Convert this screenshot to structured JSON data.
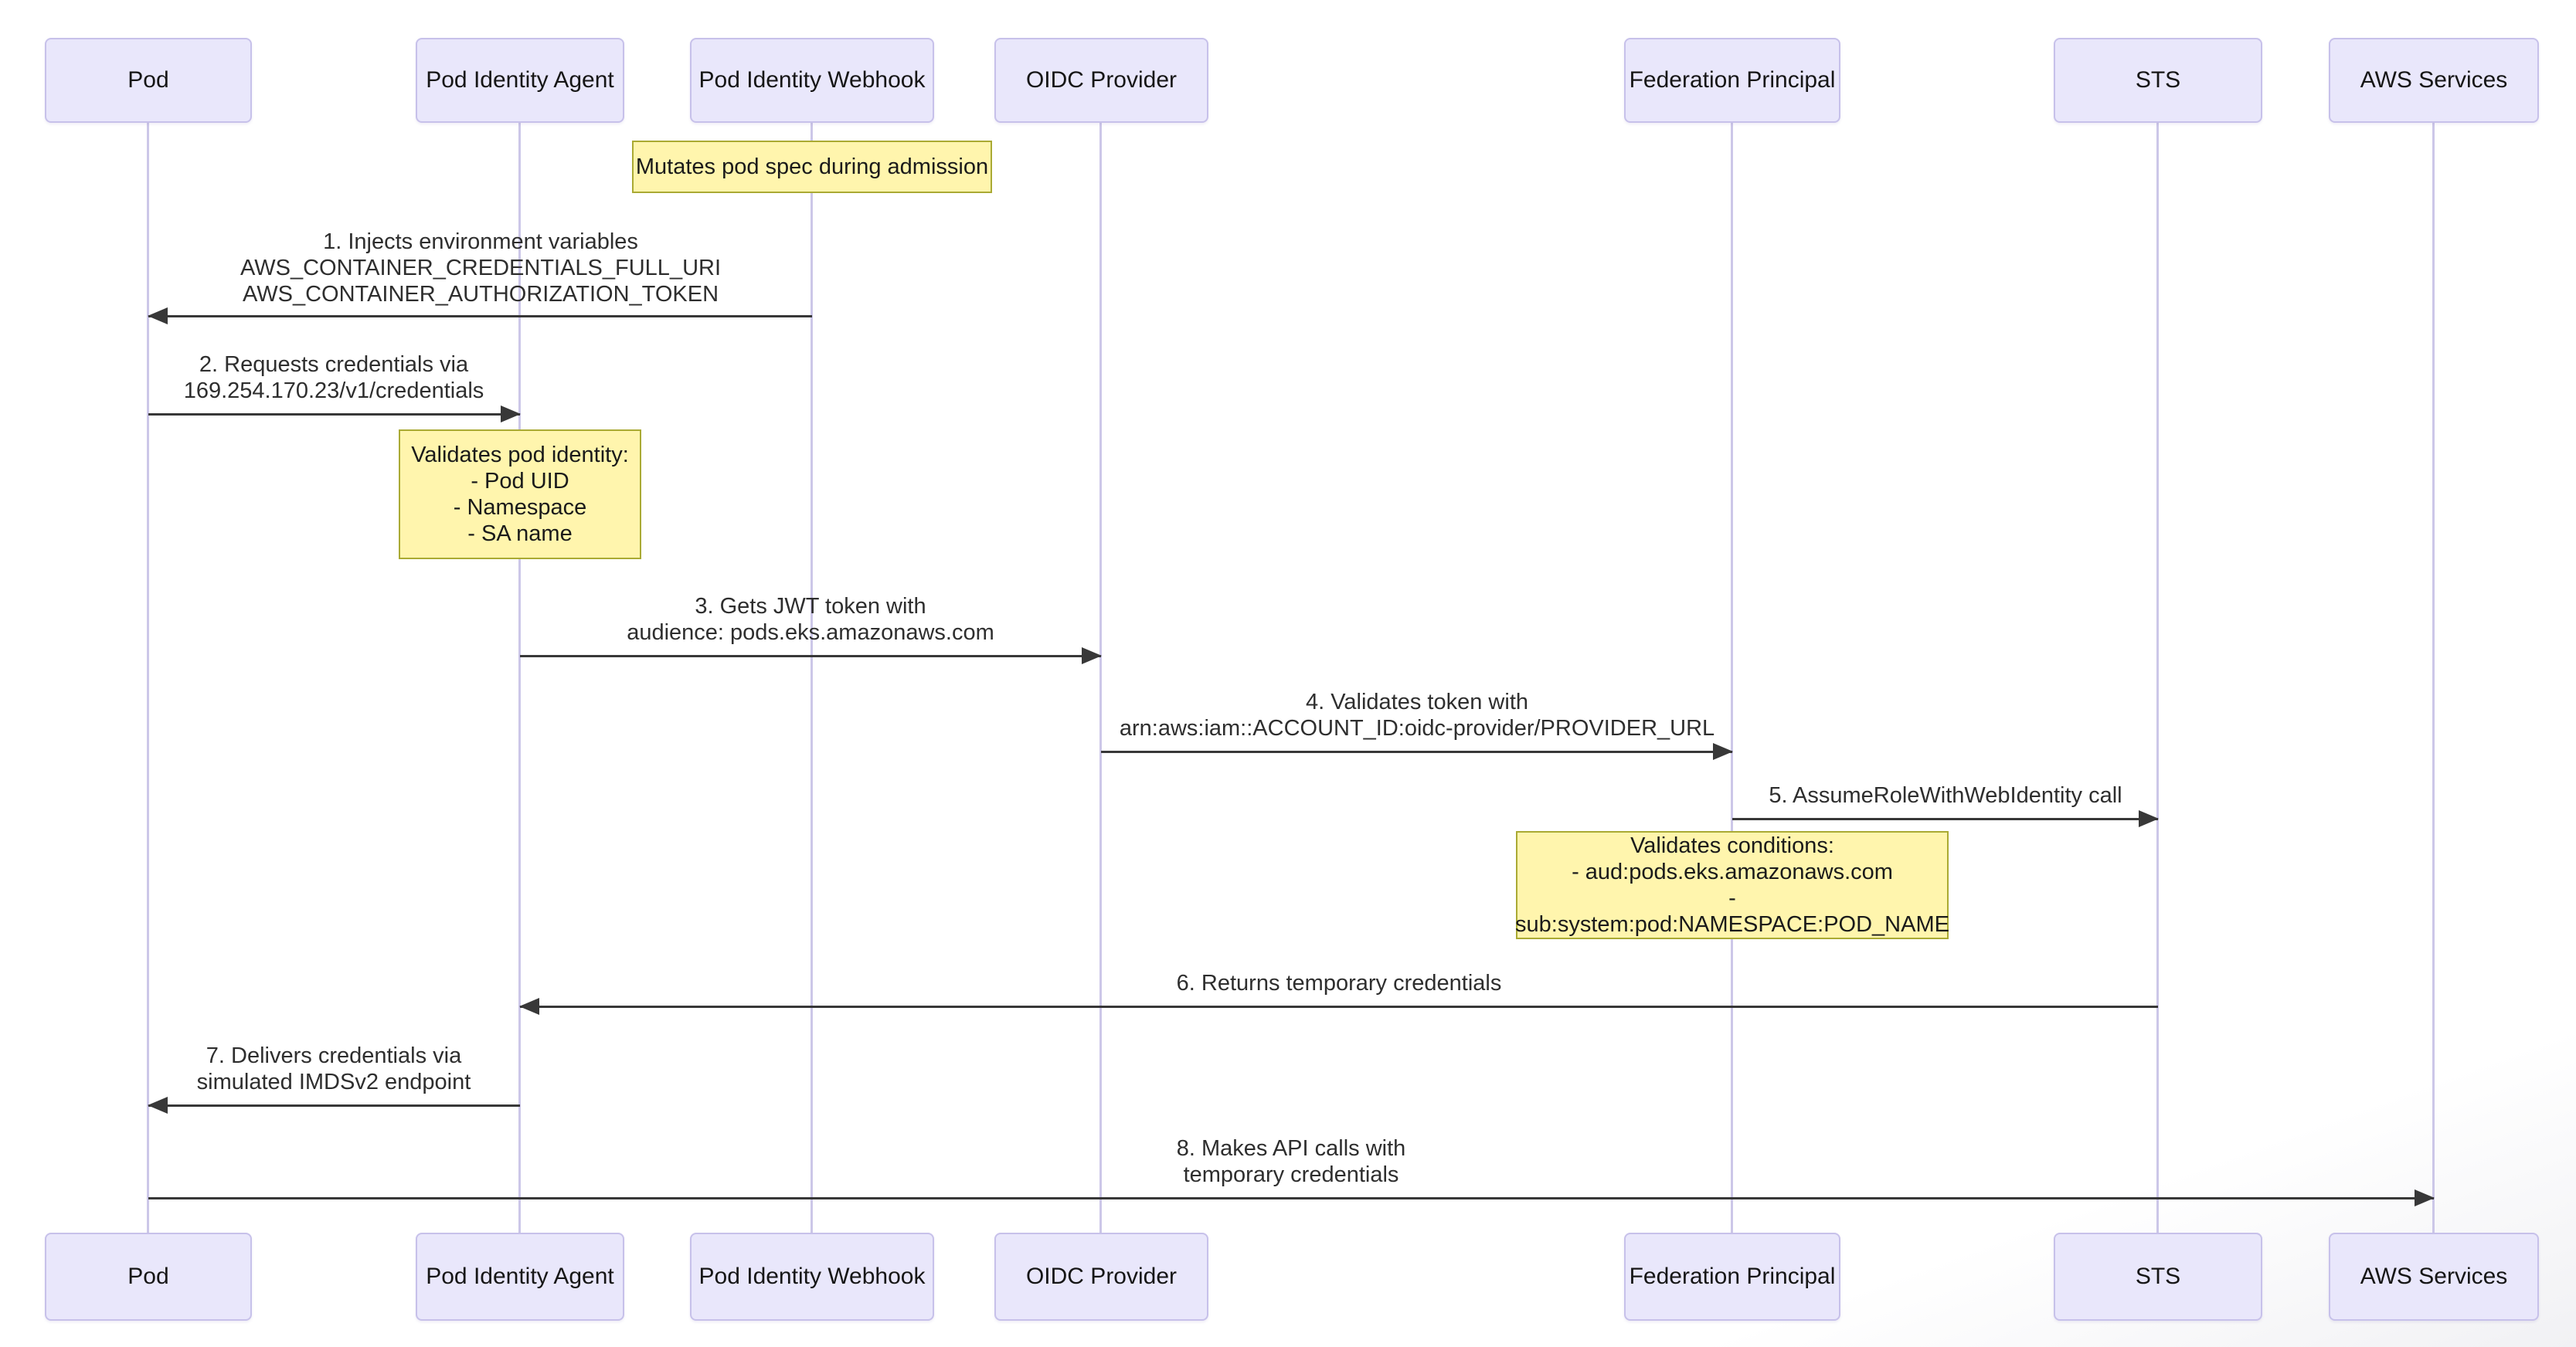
{
  "diagram": {
    "type": "sequence-diagram",
    "topic": "EKS Pod Identity credential flow",
    "actors": [
      {
        "id": "pod",
        "label": "Pod"
      },
      {
        "id": "pod-identity-agent",
        "label": "Pod Identity Agent"
      },
      {
        "id": "pod-identity-webhook",
        "label": "Pod Identity Webhook"
      },
      {
        "id": "oidc-provider",
        "label": "OIDC Provider"
      },
      {
        "id": "federation-principal",
        "label": "Federation Principal"
      },
      {
        "id": "sts",
        "label": "STS"
      },
      {
        "id": "aws-services",
        "label": "AWS Services"
      }
    ],
    "notes": [
      {
        "over": "pod-identity-webhook",
        "text": "Mutates pod spec during admission"
      },
      {
        "over": "pod-identity-agent",
        "text": "Validates pod identity:\n- Pod UID\n- Namespace\n- SA name"
      },
      {
        "over": "federation-principal",
        "text": "Validates conditions:\n- aud:pods.eks.amazonaws.com\n- sub:system:pod:NAMESPACE:POD_NAME"
      }
    ],
    "messages": [
      {
        "from": "pod-identity-webhook",
        "to": "pod",
        "text": "1. Injects environment variables\nAWS_CONTAINER_CREDENTIALS_FULL_URI\nAWS_CONTAINER_AUTHORIZATION_TOKEN"
      },
      {
        "from": "pod",
        "to": "pod-identity-agent",
        "text": "2. Requests credentials via\n169.254.170.23/v1/credentials"
      },
      {
        "from": "pod-identity-agent",
        "to": "oidc-provider",
        "text": "3. Gets JWT token with\naudience: pods.eks.amazonaws.com"
      },
      {
        "from": "oidc-provider",
        "to": "federation-principal",
        "text": "4. Validates token with\narn:aws:iam::ACCOUNT_ID:oidc-provider/PROVIDER_URL"
      },
      {
        "from": "federation-principal",
        "to": "sts",
        "text": "5. AssumeRoleWithWebIdentity call"
      },
      {
        "from": "sts",
        "to": "pod-identity-agent",
        "text": "6. Returns temporary credentials"
      },
      {
        "from": "pod-identity-agent",
        "to": "pod",
        "text": "7. Delivers credentials via\nsimulated IMDSv2 endpoint"
      },
      {
        "from": "pod",
        "to": "aws-services",
        "text": "8. Makes API calls with\ntemporary credentials"
      }
    ],
    "colors": {
      "actor-fill": "#E9E7FB",
      "actor-border": "#C7C1EA",
      "note-fill": "#FFF5AD",
      "note-border": "#AAAA33",
      "lifeline": "#CCC7E8",
      "arrow": "#383838",
      "text": "#2E2E2E",
      "background": "#FFFFFF"
    }
  }
}
